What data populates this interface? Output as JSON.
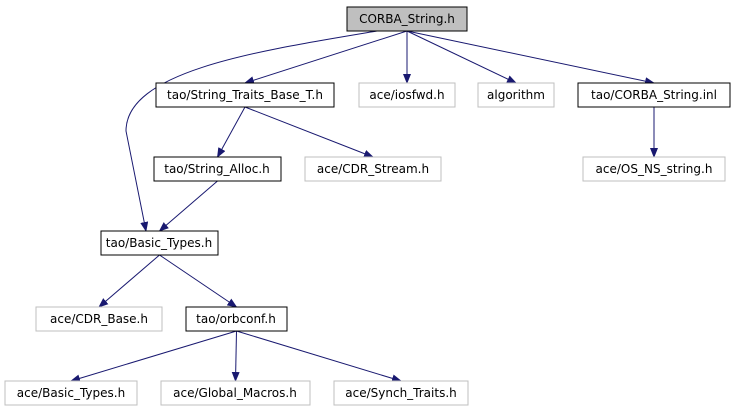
{
  "colors": {
    "edge": "#191970",
    "node_border_dark": "#000000",
    "node_border_light": "#bfbfbf",
    "root_fill": "#bfbfbf",
    "node_fill": "#ffffff"
  },
  "nodes": {
    "corba_string_h": {
      "label": "CORBA_String.h",
      "style": "root"
    },
    "string_traits_base_t_h": {
      "label": "tao/String_Traits_Base_T.h",
      "style": "dark"
    },
    "ace_iosfwd_h": {
      "label": "ace/iosfwd.h",
      "style": "light"
    },
    "algorithm": {
      "label": "algorithm",
      "style": "light"
    },
    "corba_string_inl": {
      "label": "tao/CORBA_String.inl",
      "style": "dark"
    },
    "string_alloc_h": {
      "label": "tao/String_Alloc.h",
      "style": "dark"
    },
    "cdr_stream_h": {
      "label": "ace/CDR_Stream.h",
      "style": "light"
    },
    "os_ns_string_h": {
      "label": "ace/OS_NS_string.h",
      "style": "light"
    },
    "tao_basic_types_h": {
      "label": "tao/Basic_Types.h",
      "style": "dark"
    },
    "cdr_base_h": {
      "label": "ace/CDR_Base.h",
      "style": "light"
    },
    "orbconf_h": {
      "label": "tao/orbconf.h",
      "style": "dark"
    },
    "ace_basic_types_h": {
      "label": "ace/Basic_Types.h",
      "style": "light"
    },
    "global_macros_h": {
      "label": "ace/Global_Macros.h",
      "style": "light"
    },
    "synch_traits_h": {
      "label": "ace/Synch_Traits.h",
      "style": "light"
    }
  },
  "edges": [
    {
      "from": "corba_string_h",
      "to": "string_traits_base_t_h"
    },
    {
      "from": "corba_string_h",
      "to": "ace_iosfwd_h"
    },
    {
      "from": "corba_string_h",
      "to": "algorithm"
    },
    {
      "from": "corba_string_h",
      "to": "corba_string_inl"
    },
    {
      "from": "corba_string_h",
      "to": "tao_basic_types_h"
    },
    {
      "from": "string_traits_base_t_h",
      "to": "string_alloc_h"
    },
    {
      "from": "string_traits_base_t_h",
      "to": "cdr_stream_h"
    },
    {
      "from": "corba_string_inl",
      "to": "os_ns_string_h"
    },
    {
      "from": "string_alloc_h",
      "to": "tao_basic_types_h"
    },
    {
      "from": "tao_basic_types_h",
      "to": "cdr_base_h"
    },
    {
      "from": "tao_basic_types_h",
      "to": "orbconf_h"
    },
    {
      "from": "orbconf_h",
      "to": "ace_basic_types_h"
    },
    {
      "from": "orbconf_h",
      "to": "global_macros_h"
    },
    {
      "from": "orbconf_h",
      "to": "synch_traits_h"
    }
  ]
}
